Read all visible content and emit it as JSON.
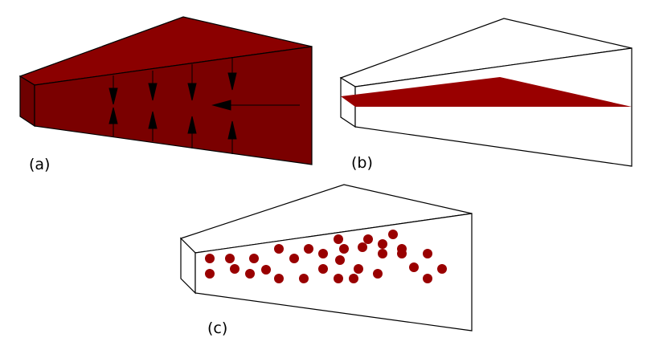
{
  "panels": [
    {
      "id": "a",
      "label": "(a)"
    },
    {
      "id": "b",
      "label": "(b)"
    },
    {
      "id": "c",
      "label": "(c)"
    }
  ],
  "colors": {
    "fill_red": "#8b0000",
    "front_red": "#7a0000",
    "side_red": "#6e0000",
    "stroke": "#000000",
    "band_red": "#990000",
    "dot_red": "#990000"
  },
  "icons": [
    "arrow-down-icon",
    "arrow-up-icon",
    "arrow-left-icon"
  ]
}
